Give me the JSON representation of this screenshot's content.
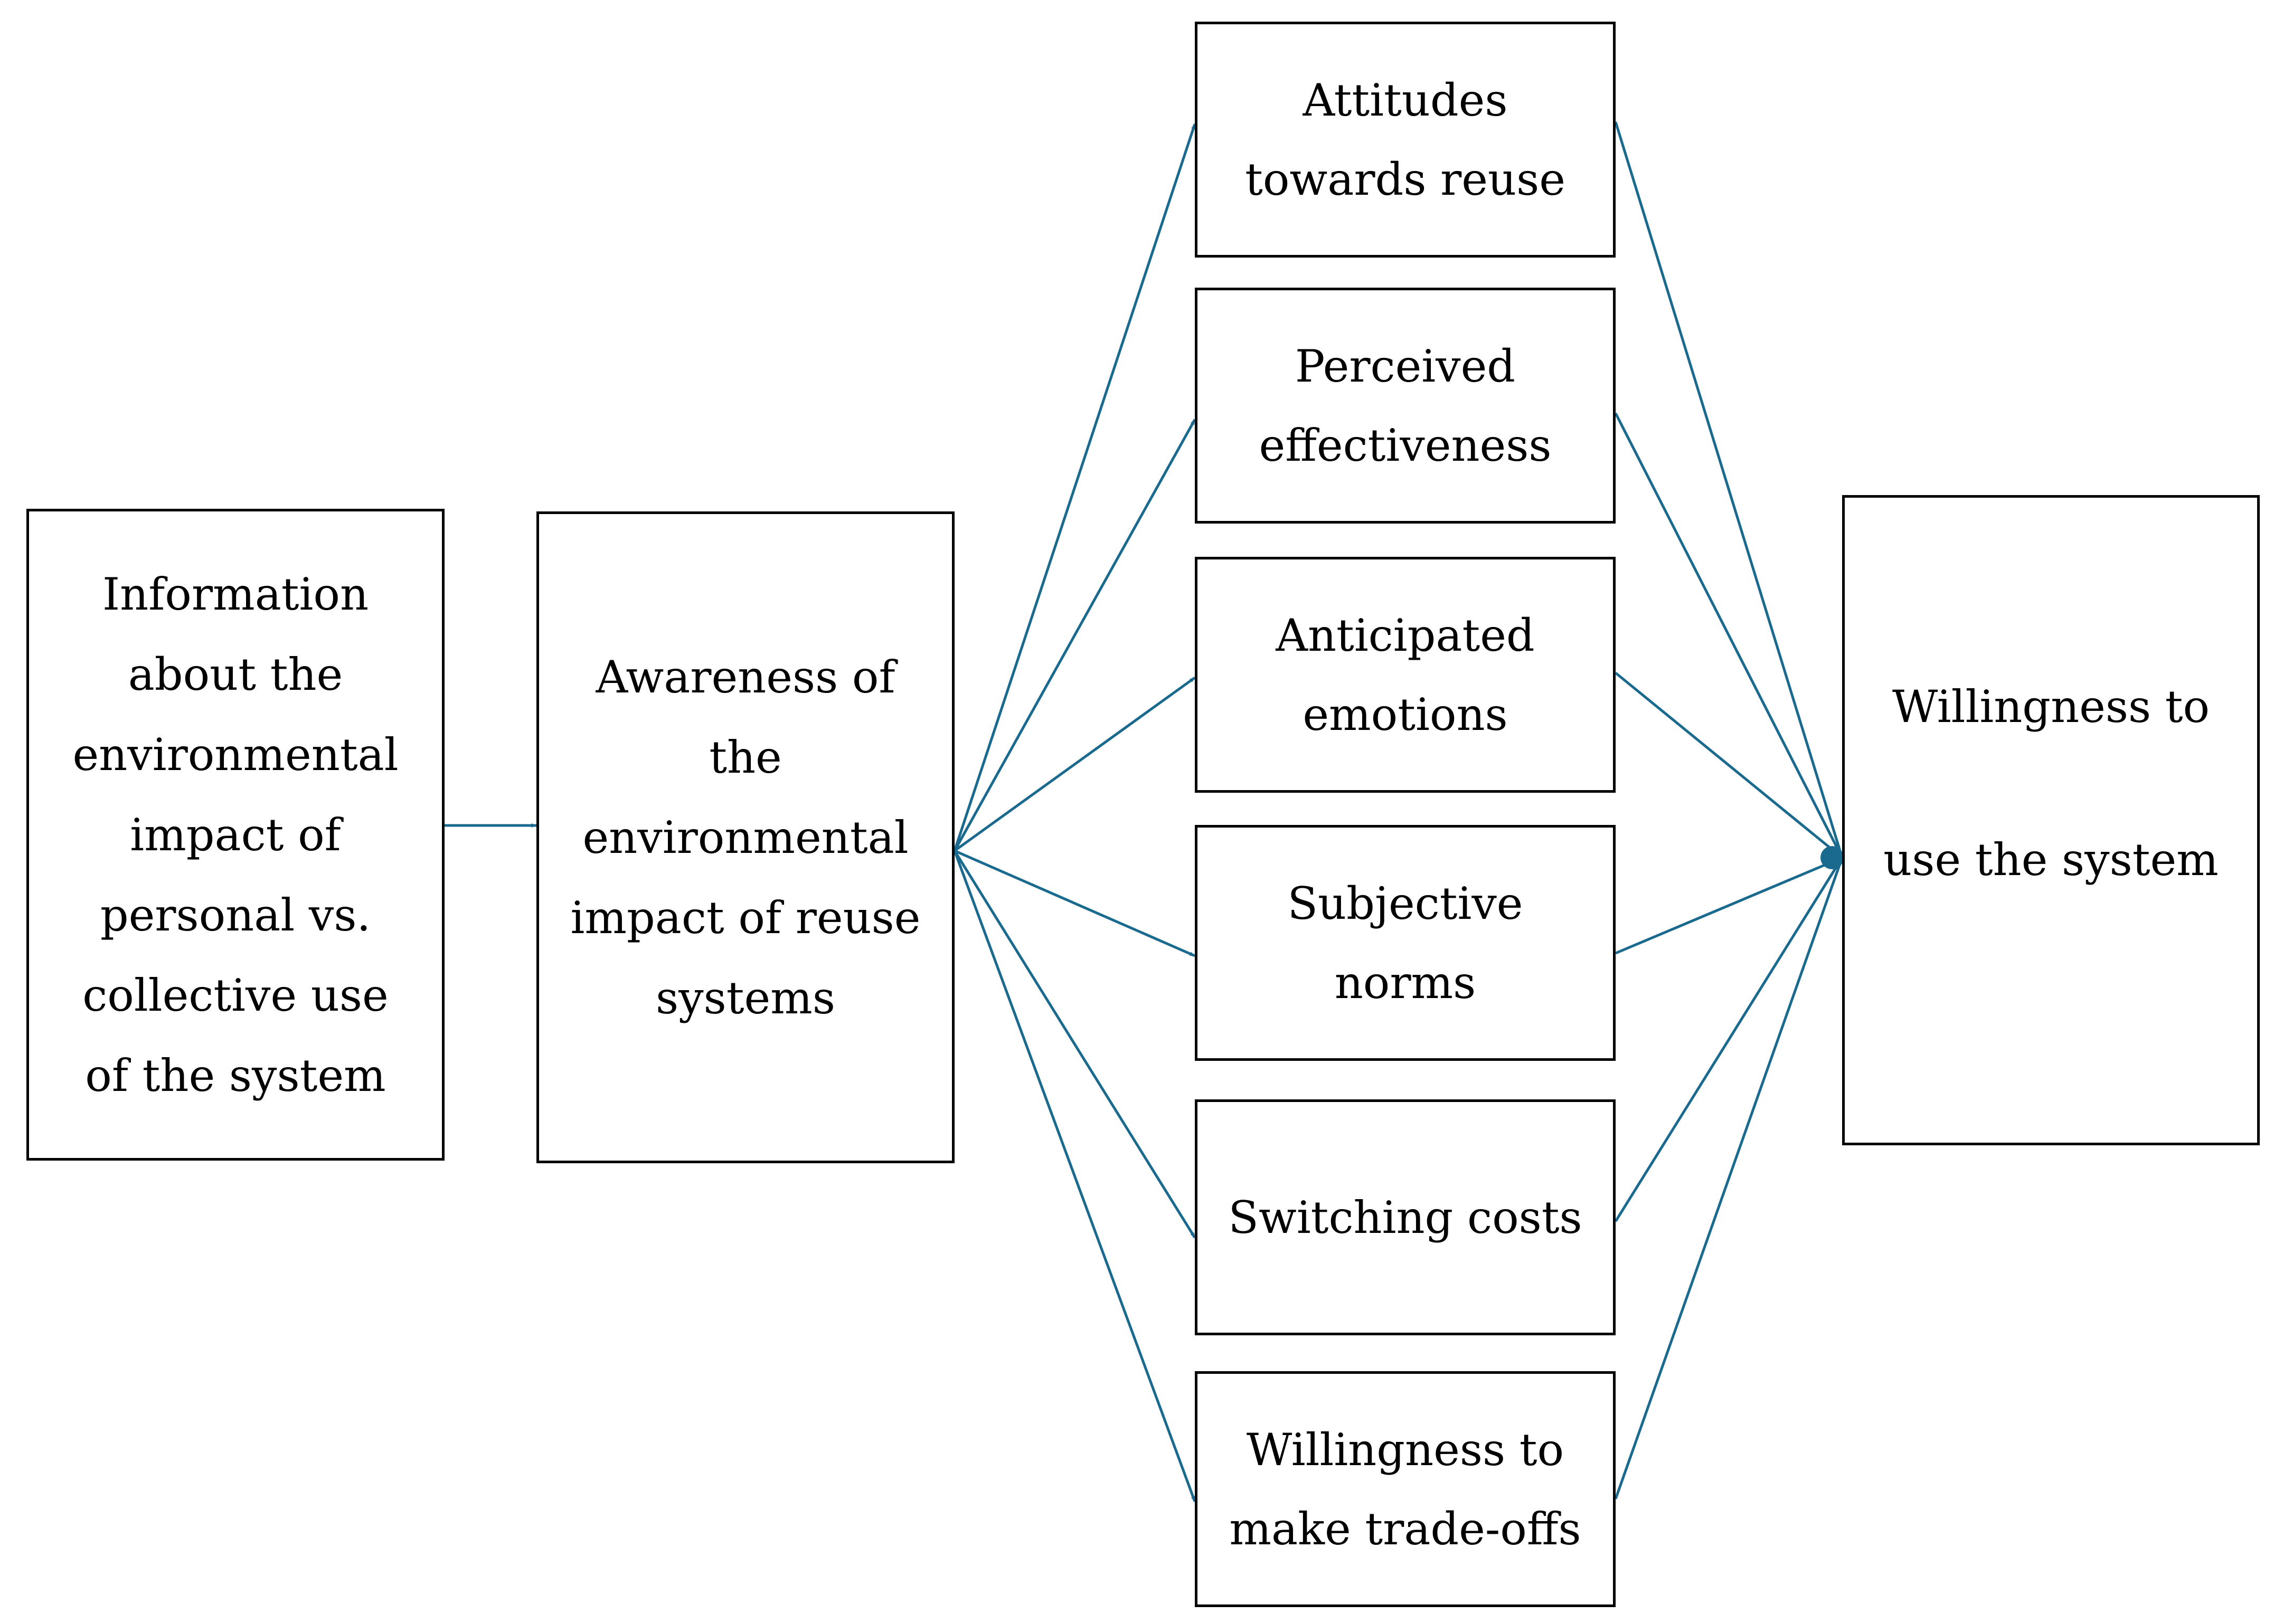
{
  "diagram": {
    "accent_color": "#1a6a8f",
    "source_node": {
      "lines": [
        "Information",
        "about the",
        "environmental",
        "impact of",
        "personal vs.",
        "collective use",
        "of the system"
      ]
    },
    "mediator_node": {
      "lines": [
        "Awareness of",
        "the",
        "environmental",
        "impact of reuse",
        "systems"
      ]
    },
    "factor_nodes": [
      {
        "lines": [
          "Attitudes",
          "towards reuse"
        ]
      },
      {
        "lines": [
          "Perceived",
          "effectiveness"
        ]
      },
      {
        "lines": [
          "Anticipated",
          "emotions"
        ]
      },
      {
        "lines": [
          "Subjective",
          "norms"
        ]
      },
      {
        "lines": [
          "Switching costs"
        ]
      },
      {
        "lines": [
          "Willingness to",
          "make trade-offs"
        ]
      }
    ],
    "outcome_node": {
      "lines": [
        "Willingness to",
        "use the system"
      ]
    },
    "edges": [
      {
        "from": "source_node",
        "to": "mediator_node"
      },
      {
        "from": "mediator_node",
        "to": "factor_nodes.0"
      },
      {
        "from": "mediator_node",
        "to": "factor_nodes.1"
      },
      {
        "from": "mediator_node",
        "to": "factor_nodes.2"
      },
      {
        "from": "mediator_node",
        "to": "factor_nodes.3"
      },
      {
        "from": "mediator_node",
        "to": "factor_nodes.4"
      },
      {
        "from": "mediator_node",
        "to": "factor_nodes.5"
      },
      {
        "from": "factor_nodes.0",
        "to": "outcome_node"
      },
      {
        "from": "factor_nodes.1",
        "to": "outcome_node"
      },
      {
        "from": "factor_nodes.2",
        "to": "outcome_node"
      },
      {
        "from": "factor_nodes.3",
        "to": "outcome_node"
      },
      {
        "from": "factor_nodes.4",
        "to": "outcome_node"
      },
      {
        "from": "factor_nodes.5",
        "to": "outcome_node"
      }
    ]
  }
}
